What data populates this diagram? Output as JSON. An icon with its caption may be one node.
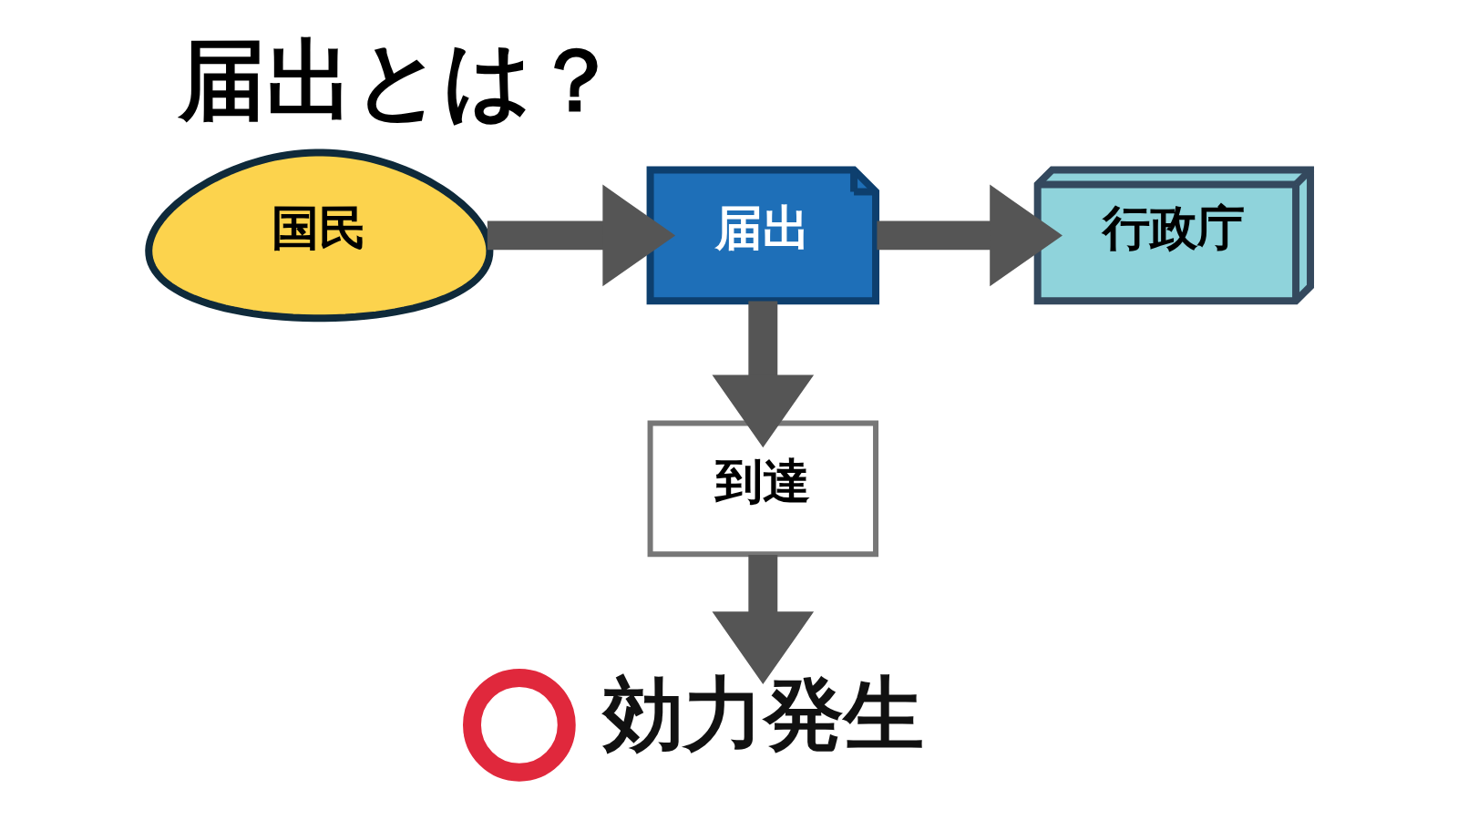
{
  "diagram": {
    "title": "届出とは？",
    "nodes": [
      {
        "text": [
          "国民"
        ]
      },
      {
        "text": [
          "届出"
        ]
      },
      {
        "text": [
          "行政庁"
        ]
      },
      {
        "text": [
          "到達"
        ]
      },
      {
        "text": [],
        "shape": "circle"
      },
      {
        "text": [
          "効力発生"
        ]
      }
    ],
    "edges": [
      {
        "from": 0,
        "to": 1,
        "arrow": "to"
      },
      {
        "from": 1,
        "to": 2,
        "arrow": "to"
      },
      {
        "from": 1,
        "to": 3,
        "arrow": "to"
      },
      {
        "from": 3,
        "to": 5,
        "arrow": "to"
      }
    ]
  }
}
